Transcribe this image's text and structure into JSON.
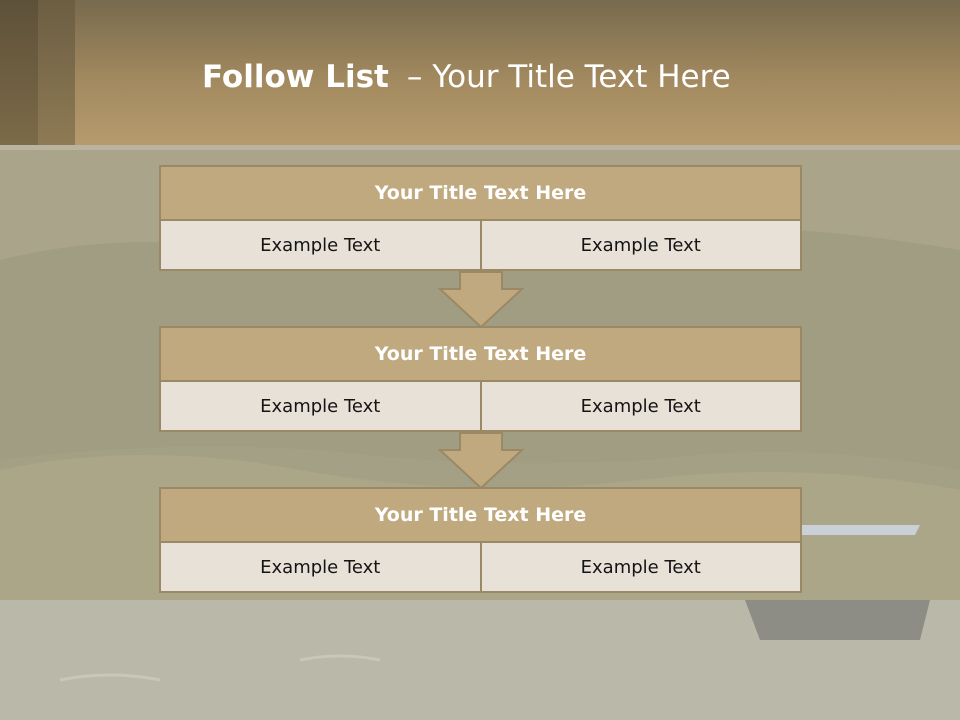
{
  "slide": {
    "title_bold": "Follow List",
    "title_dash": "–",
    "title_rest": "Your Title Text Here"
  },
  "blocks": [
    {
      "title": "Your Title Text Here",
      "cells": [
        "Example Text",
        "Example Text"
      ]
    },
    {
      "title": "Your Title Text Here",
      "cells": [
        "Example Text",
        "Example Text"
      ]
    },
    {
      "title": "Your Title Text Here",
      "cells": [
        "Example Text",
        "Example Text"
      ]
    }
  ],
  "colors": {
    "header": "#a2895f",
    "block_title": "#c0a97e",
    "cell_bg": "#e8e1d7",
    "border": "#9b8865",
    "arrow": "#c0a97e"
  },
  "icons": [
    "down-arrow-icon",
    "down-arrow-icon"
  ]
}
